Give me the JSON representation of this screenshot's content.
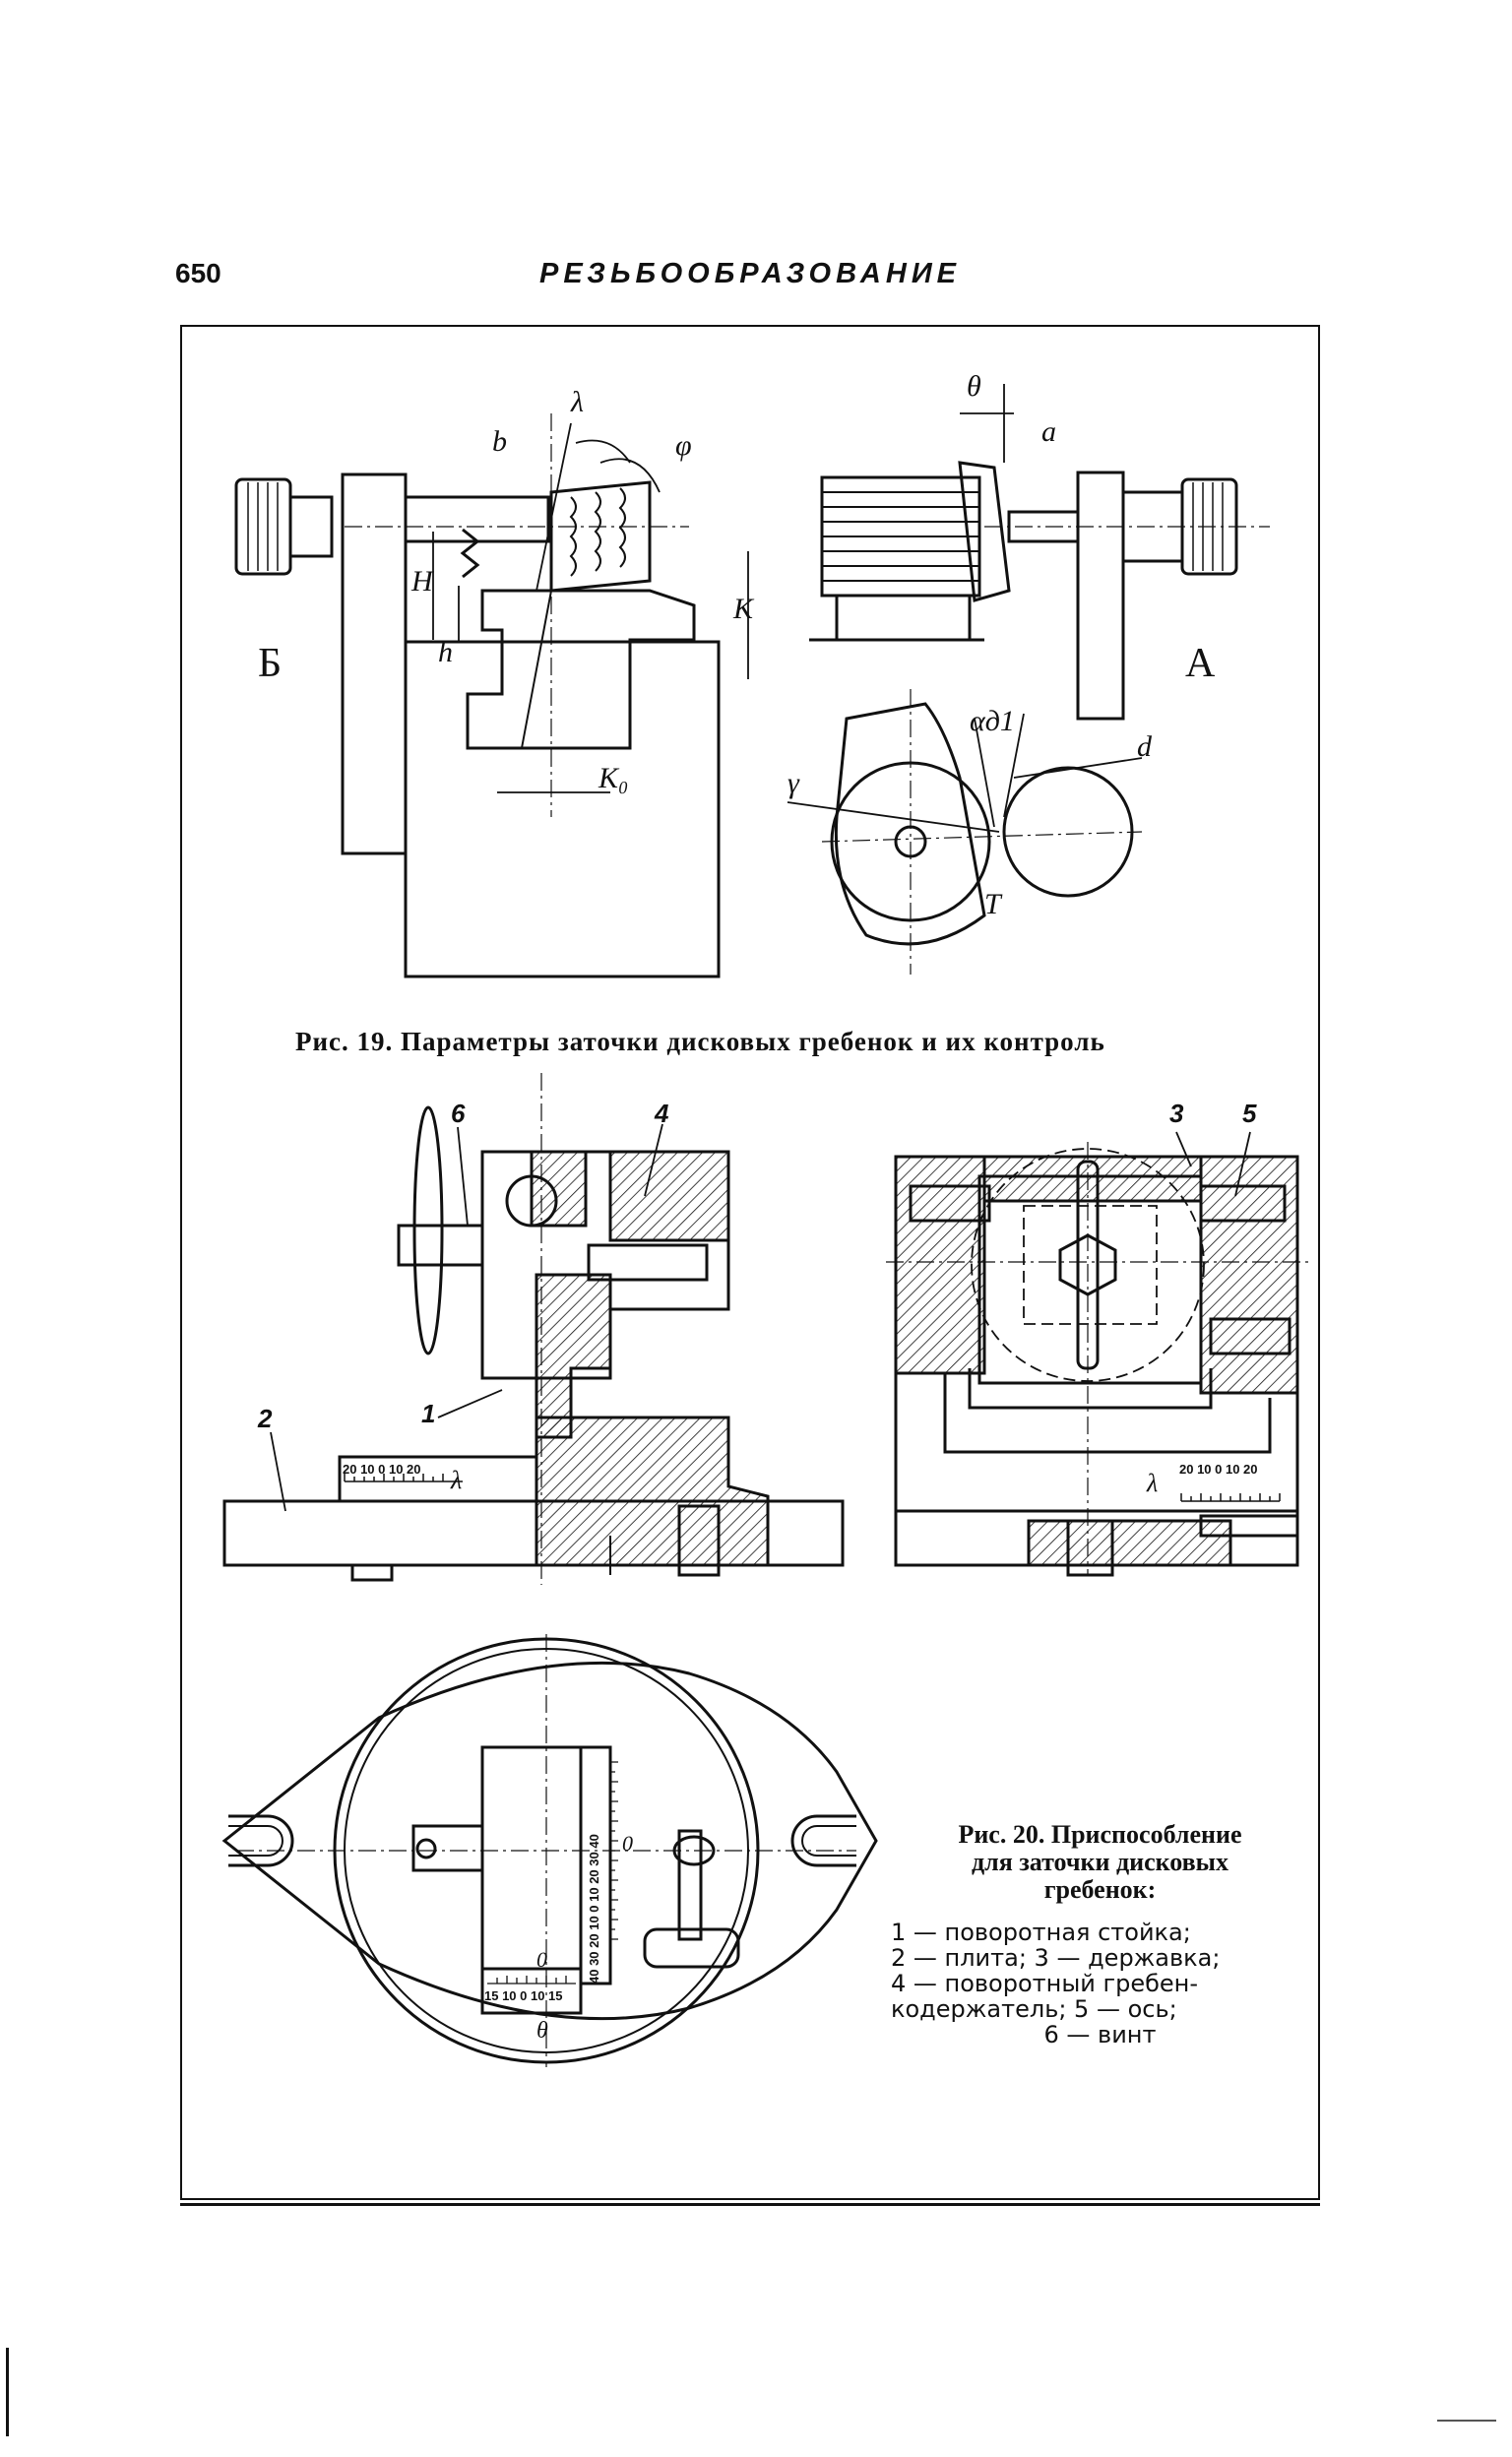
{
  "header": {
    "page_number": "650",
    "running_title": "РЕЗЬБООБРАЗОВАНИЕ"
  },
  "figure19": {
    "caption": "Рис. 19. Параметры заточки дисковых гребенок и их контроль",
    "labels": {
      "view_b": "Б",
      "view_a": "А",
      "b": "b",
      "lambda": "λ",
      "phi": "φ",
      "theta": "θ",
      "a": "a",
      "h_cap": "H",
      "h": "h",
      "k": "K",
      "k0": "K₀",
      "gamma": "γ",
      "alpha_d1": "αд1",
      "d": "d",
      "t": "T"
    }
  },
  "figure20": {
    "caption_lines": [
      "Рис. 20. Приспособление",
      "для заточки дисковых",
      "гребенок:"
    ],
    "legend_lines": [
      "1 — поворотная стойка;",
      "2 — плита; 3 — державка;",
      "4 — поворотный гребен-",
      "кодержатель; 5 — ось;",
      "6 — винт"
    ],
    "callouts": [
      "1",
      "2",
      "3",
      "4",
      "5",
      "6"
    ],
    "scale_left": "20 10 0 10 20",
    "scale_right": "20 10 0 10 20",
    "lambda": "λ",
    "plan_scale_v": "40 30 20 10 0 10 20 30 40",
    "plan_scale_h": "15 10 0 10 15",
    "plan_zero": "0",
    "plan_theta": "θ"
  }
}
